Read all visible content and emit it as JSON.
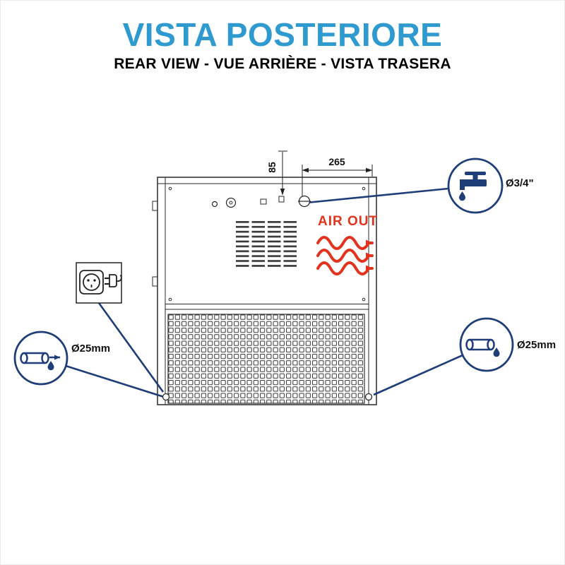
{
  "header": {
    "title": "VISTA POSTERIORE",
    "subtitle": "REAR VIEW - VUE ARRIÈRE - VISTA TRASERA"
  },
  "dimensions": {
    "top_width": "265",
    "inlet_offset": "85"
  },
  "labels": {
    "air_out": "AIR OUT",
    "water_inlet_size": "Ø3/4\"",
    "drain_left_size": "Ø25mm",
    "drain_right_size": "Ø25mm"
  },
  "icons": {
    "water_inlet": "faucet-icon",
    "water_drop": "droplet-icon",
    "power_socket": "power-socket-icon",
    "power_plug": "power-plug-icon",
    "drain_pipe": "drain-pipe-icon",
    "air_flow": "heat-wave-icon"
  },
  "colors": {
    "title_blue": "#2E9AD0",
    "callout_navy": "#1F3D78",
    "air_out_red": "#E2331F",
    "line_dark": "#2a2a2a"
  }
}
